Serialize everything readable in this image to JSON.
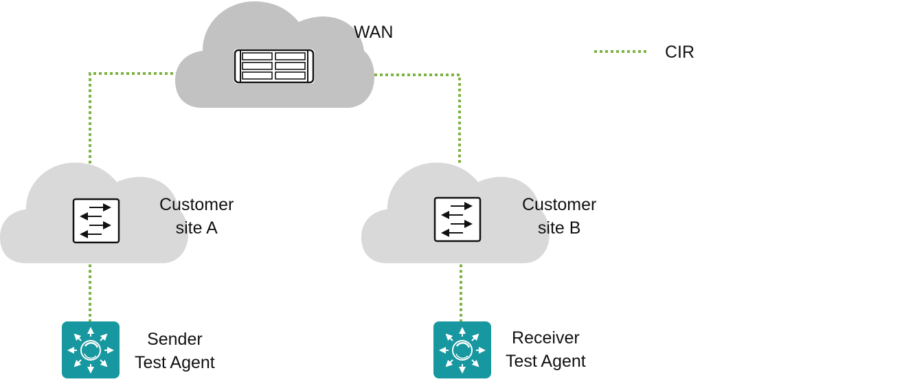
{
  "diagram": {
    "nodes": {
      "wan": {
        "label": "WAN",
        "icon": "router-chassis-icon",
        "cloud_color": "#c2c2c2"
      },
      "site_a": {
        "label_lines": [
          "Customer",
          "site A"
        ],
        "icon": "switch-icon",
        "cloud_color": "#d9d9d9"
      },
      "site_b": {
        "label_lines": [
          "Customer",
          "site B"
        ],
        "icon": "switch-icon",
        "cloud_color": "#d9d9d9"
      },
      "sender": {
        "label_lines": [
          "Sender",
          "Test Agent"
        ],
        "icon": "test-agent-icon",
        "color": "#17979f"
      },
      "receiver": {
        "label_lines": [
          "Receiver",
          "Test Agent"
        ],
        "icon": "test-agent-icon",
        "color": "#17979f"
      }
    },
    "links": [
      {
        "from": "wan",
        "to": "site_a",
        "type": "CIR"
      },
      {
        "from": "wan",
        "to": "site_b",
        "type": "CIR"
      },
      {
        "from": "site_a",
        "to": "sender",
        "type": "CIR"
      },
      {
        "from": "site_b",
        "to": "receiver",
        "type": "CIR"
      }
    ],
    "legend": {
      "label": "CIR",
      "line_style": "dotted",
      "color": "#7cb342"
    }
  }
}
